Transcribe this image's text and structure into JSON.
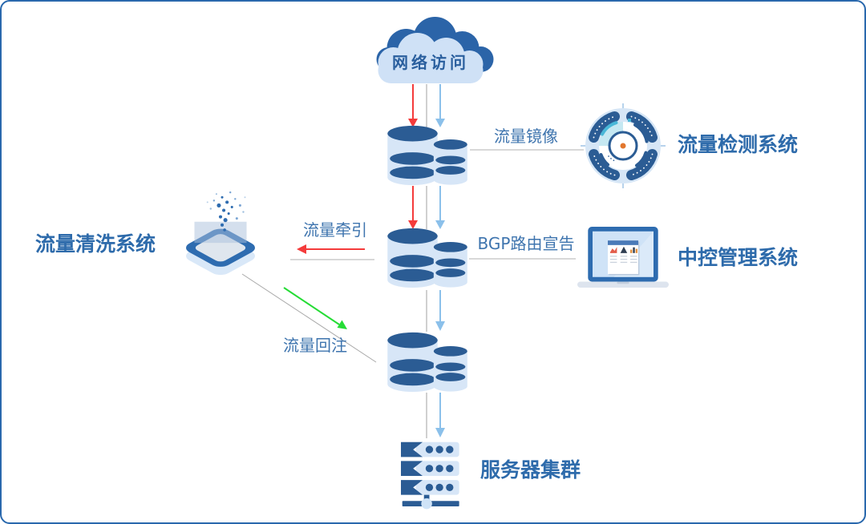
{
  "diagram": {
    "cloud": {
      "label": "网络访问"
    },
    "flow_labels": {
      "mirror": "流量镜像",
      "bgp": "BGP路由宣告",
      "pull": "流量牵引",
      "reinject": "流量回注"
    },
    "systems": {
      "detection": "流量检测系统",
      "control": "中控管理系统",
      "cleaning": "流量清洗系统",
      "servers": "服务器集群"
    },
    "colors": {
      "primary_blue": "#2B5C94",
      "label_blue": "#2E6BAB",
      "light_blue": "#D7E6F7",
      "red_arrow": "#F43B3B",
      "blue_arrow": "#8BC0EA",
      "green_arrow": "#25DC35",
      "gray_line": "#A0A0A0",
      "center_dot_orange": "#E2772E"
    }
  }
}
